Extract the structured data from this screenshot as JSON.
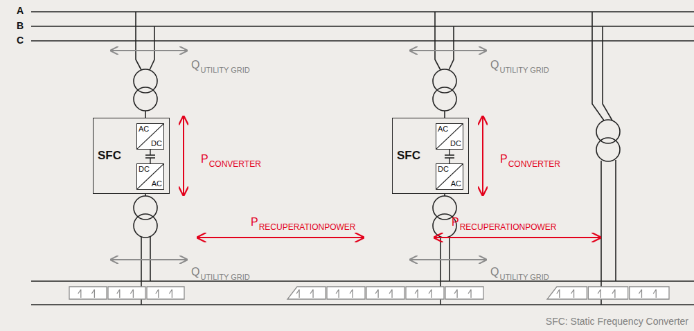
{
  "diagram": {
    "caption": "SFC: Static Frequency Converter",
    "nodes": [
      {
        "text": [
          "SFC"
        ]
      },
      {
        "text": [
          "AC",
          "DC"
        ],
        "in": 0
      },
      {
        "text": [
          "DC",
          "AC"
        ],
        "in": 0
      },
      {
        "text": [
          "SFC"
        ]
      },
      {
        "text": [
          "AC",
          "DC"
        ],
        "in": 3
      },
      {
        "text": [
          "DC",
          "AC"
        ],
        "in": 3
      }
    ],
    "edges": [
      {
        "from": 1,
        "to": 2,
        "arrow": "none"
      },
      {
        "from": 4,
        "to": 5,
        "arrow": "none"
      }
    ],
    "labels": [
      "A",
      "B",
      "C",
      "Q",
      "UTILITY GRID",
      "Q",
      "UTILITY GRID",
      "P",
      "CONVERTER",
      "P",
      "CONVERTER",
      "P",
      "RECUPERATIONPOWER",
      "P",
      "RECUPERATIONPOWER",
      "Q",
      "UTILITY GRID",
      "Q",
      "UTILITY GRID"
    ]
  }
}
